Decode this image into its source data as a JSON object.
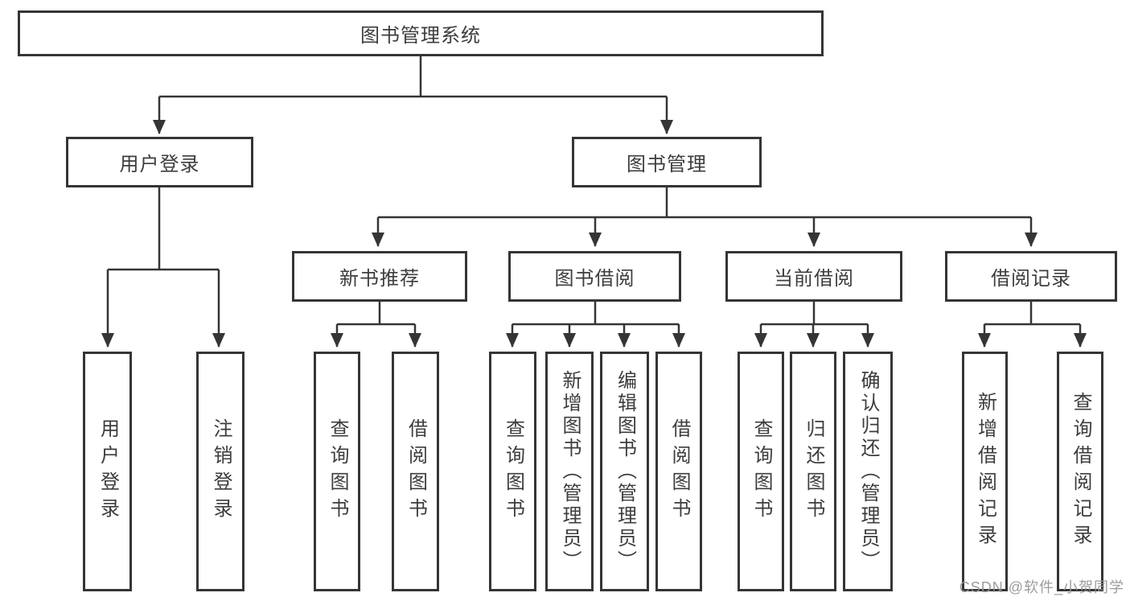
{
  "diagram_title": "图书管理系统",
  "colors": {
    "line": "#353535",
    "text": "#3d3d3d",
    "background": "#ffffff",
    "watermark": "#949494"
  },
  "nodes": {
    "root": {
      "label": "图书管理系统"
    },
    "user_login": {
      "label": "用户登录"
    },
    "book_mgmt": {
      "label": "图书管理"
    },
    "new_book_rec": {
      "label": "新书推荐"
    },
    "book_borrow": {
      "label": "图书借阅"
    },
    "current_borrow": {
      "label": "当前借阅"
    },
    "borrow_record": {
      "label": "借阅记录"
    },
    "leaf_user_login": {
      "label": "用户登录"
    },
    "leaf_logout": {
      "label": "注销登录"
    },
    "leaf_rec_query": {
      "label": "查询图书"
    },
    "leaf_rec_borrow": {
      "label": "借阅图书"
    },
    "leaf_bb_query": {
      "label": "查询图书"
    },
    "leaf_bb_add": {
      "label": "新增图书（管理员）"
    },
    "leaf_bb_edit": {
      "label": "编辑图书（管理员）"
    },
    "leaf_bb_borrow": {
      "label": "借阅图书"
    },
    "leaf_cb_query": {
      "label": "查询图书"
    },
    "leaf_cb_return": {
      "label": "归还图书"
    },
    "leaf_cb_confirm": {
      "label": "确认归还（管理员）"
    },
    "leaf_br_add": {
      "label": "新增借阅记录"
    },
    "leaf_br_query": {
      "label": "查询借阅记录"
    }
  },
  "watermark": {
    "text": "CSDN @软件_小贺同学"
  }
}
